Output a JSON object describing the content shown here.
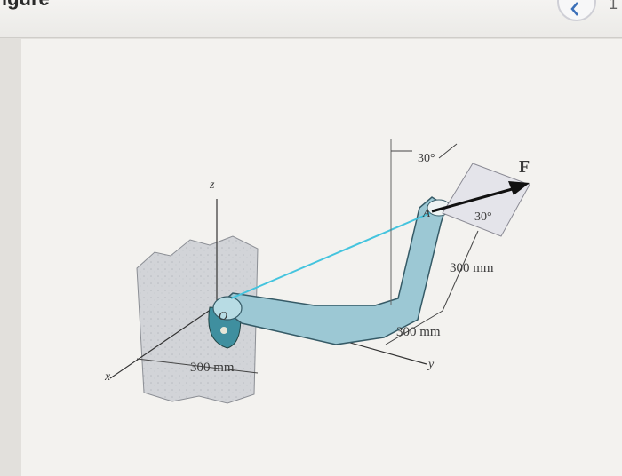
{
  "header": {
    "heading_fragment": "igure",
    "prev_icon": "chevron-left-icon",
    "next_fragment": "1"
  },
  "figure": {
    "force_label": "F",
    "angle_top": "30°",
    "angle_side": "30°",
    "dim_upper": "300 mm",
    "dim_lower": "300 mm",
    "dim_base": "300 mm",
    "axis_x": "x",
    "axis_y": "y",
    "axis_z": "z",
    "origin_label": "O",
    "point_a_label": "A",
    "colors": {
      "rod": "#9cc8d4",
      "rod_edge": "#355a66",
      "cable": "#44c4de",
      "force_arrow": "#111111"
    }
  }
}
